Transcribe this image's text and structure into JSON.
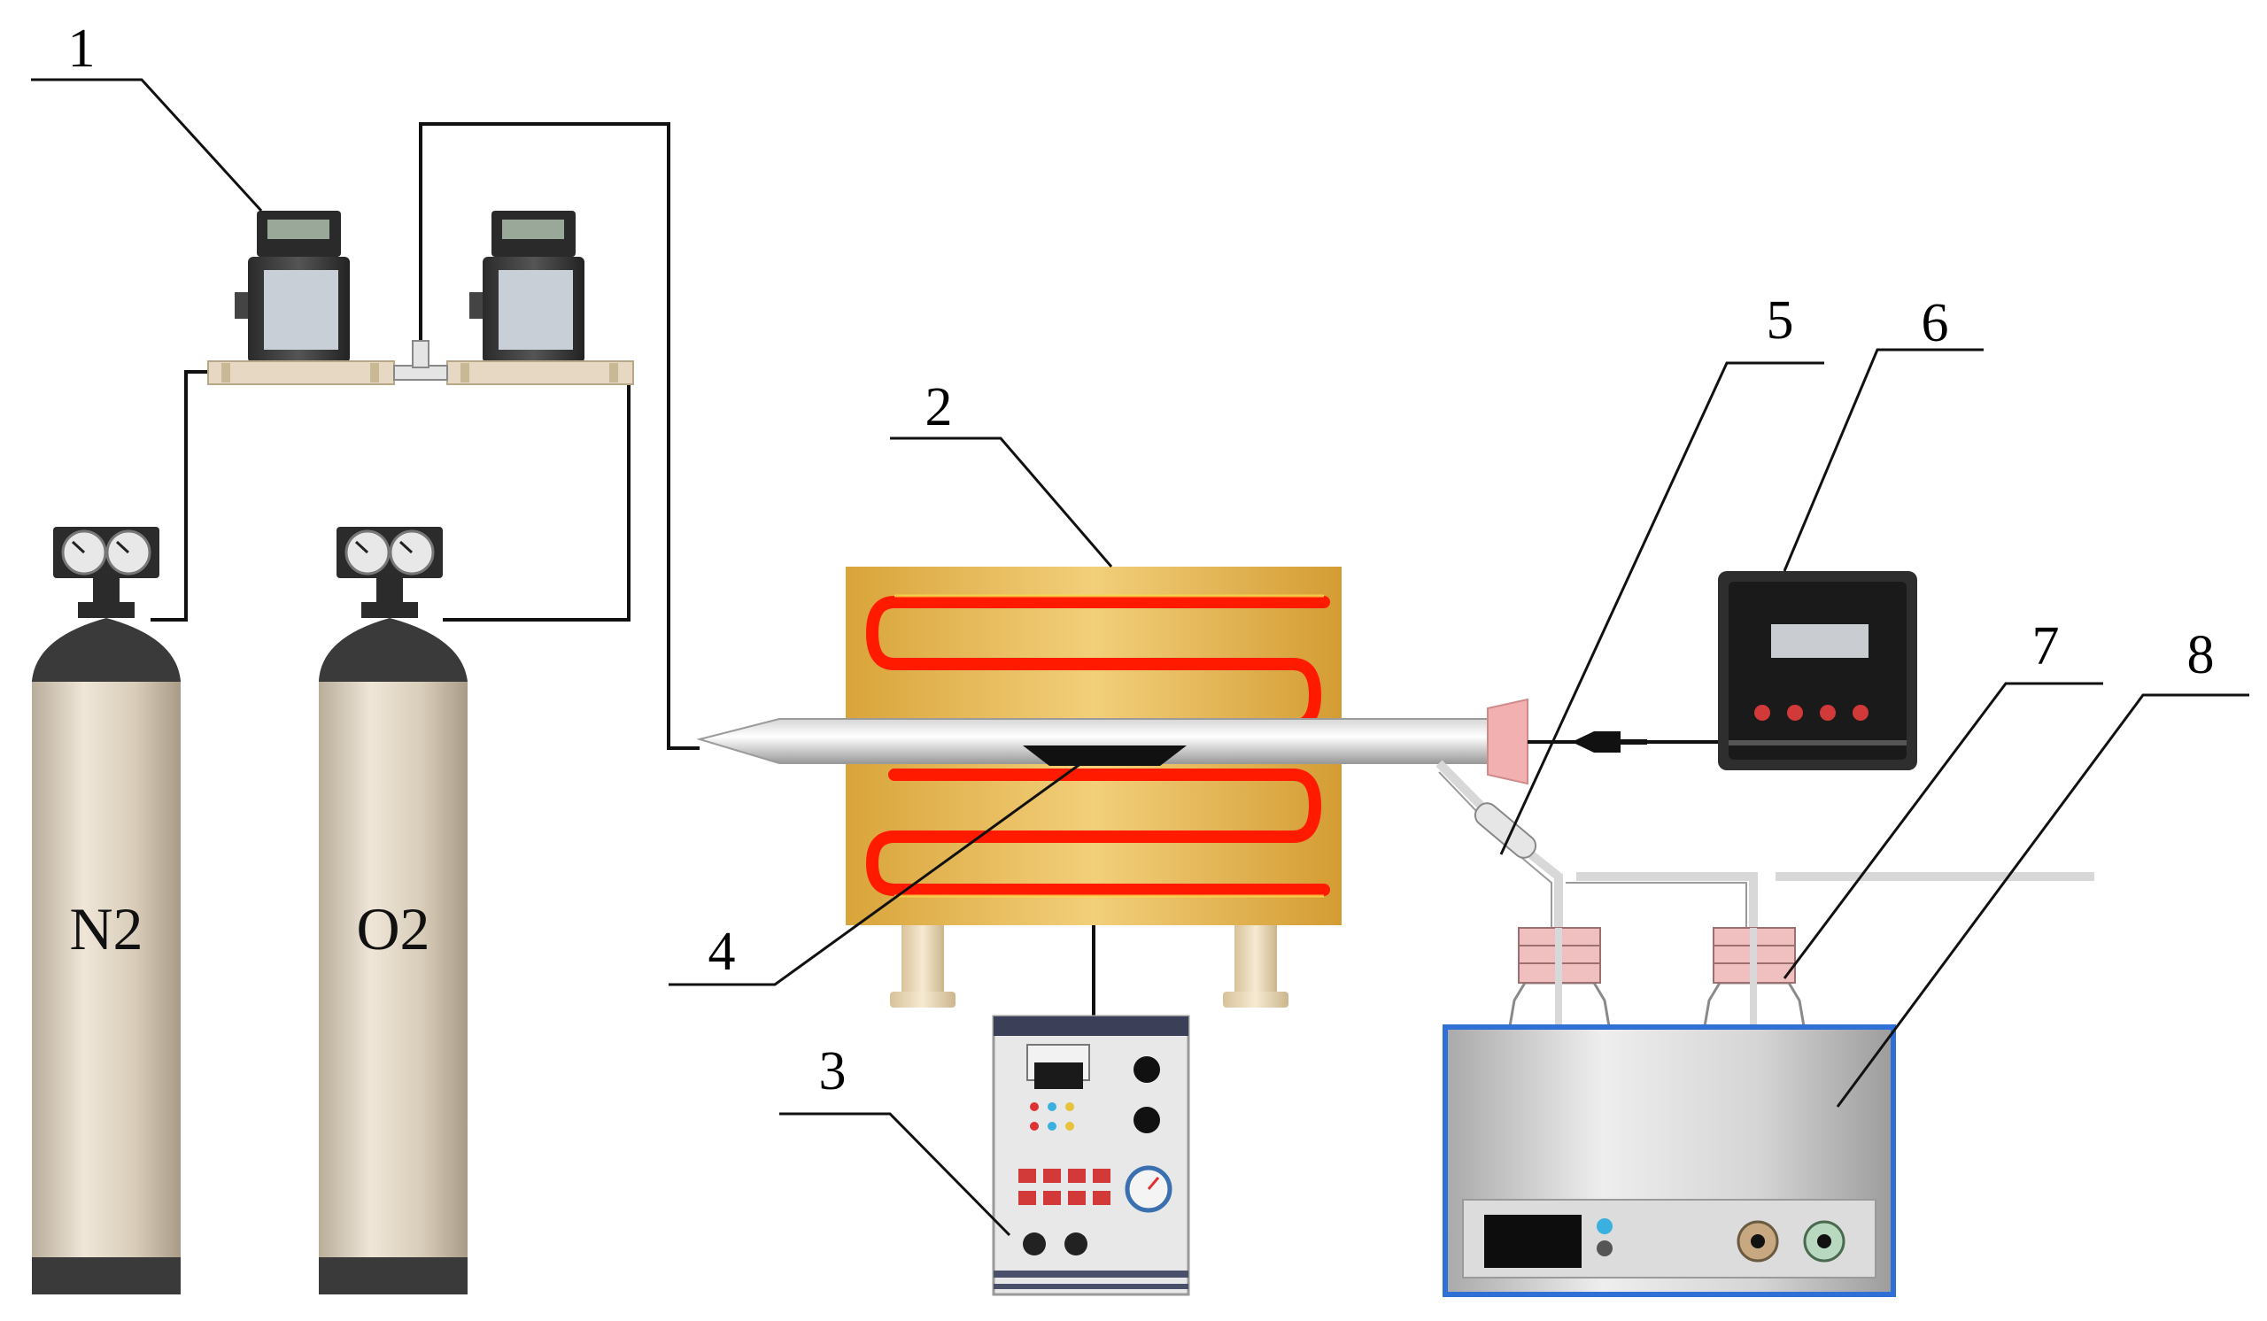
{
  "callouts": [
    "1",
    "2",
    "3",
    "4",
    "5",
    "6",
    "7",
    "8"
  ],
  "cylinders": {
    "left_label": "N2",
    "right_label": "O2"
  },
  "colors": {
    "cylinder_body": "#d9cfc0",
    "cylinder_dark": "#3a3a3a",
    "furnace_gold": "#e8b84a",
    "heater_coil": "#ff1a00",
    "bath_frame": "#2f6fd6",
    "button_red": "#d23a3a"
  }
}
